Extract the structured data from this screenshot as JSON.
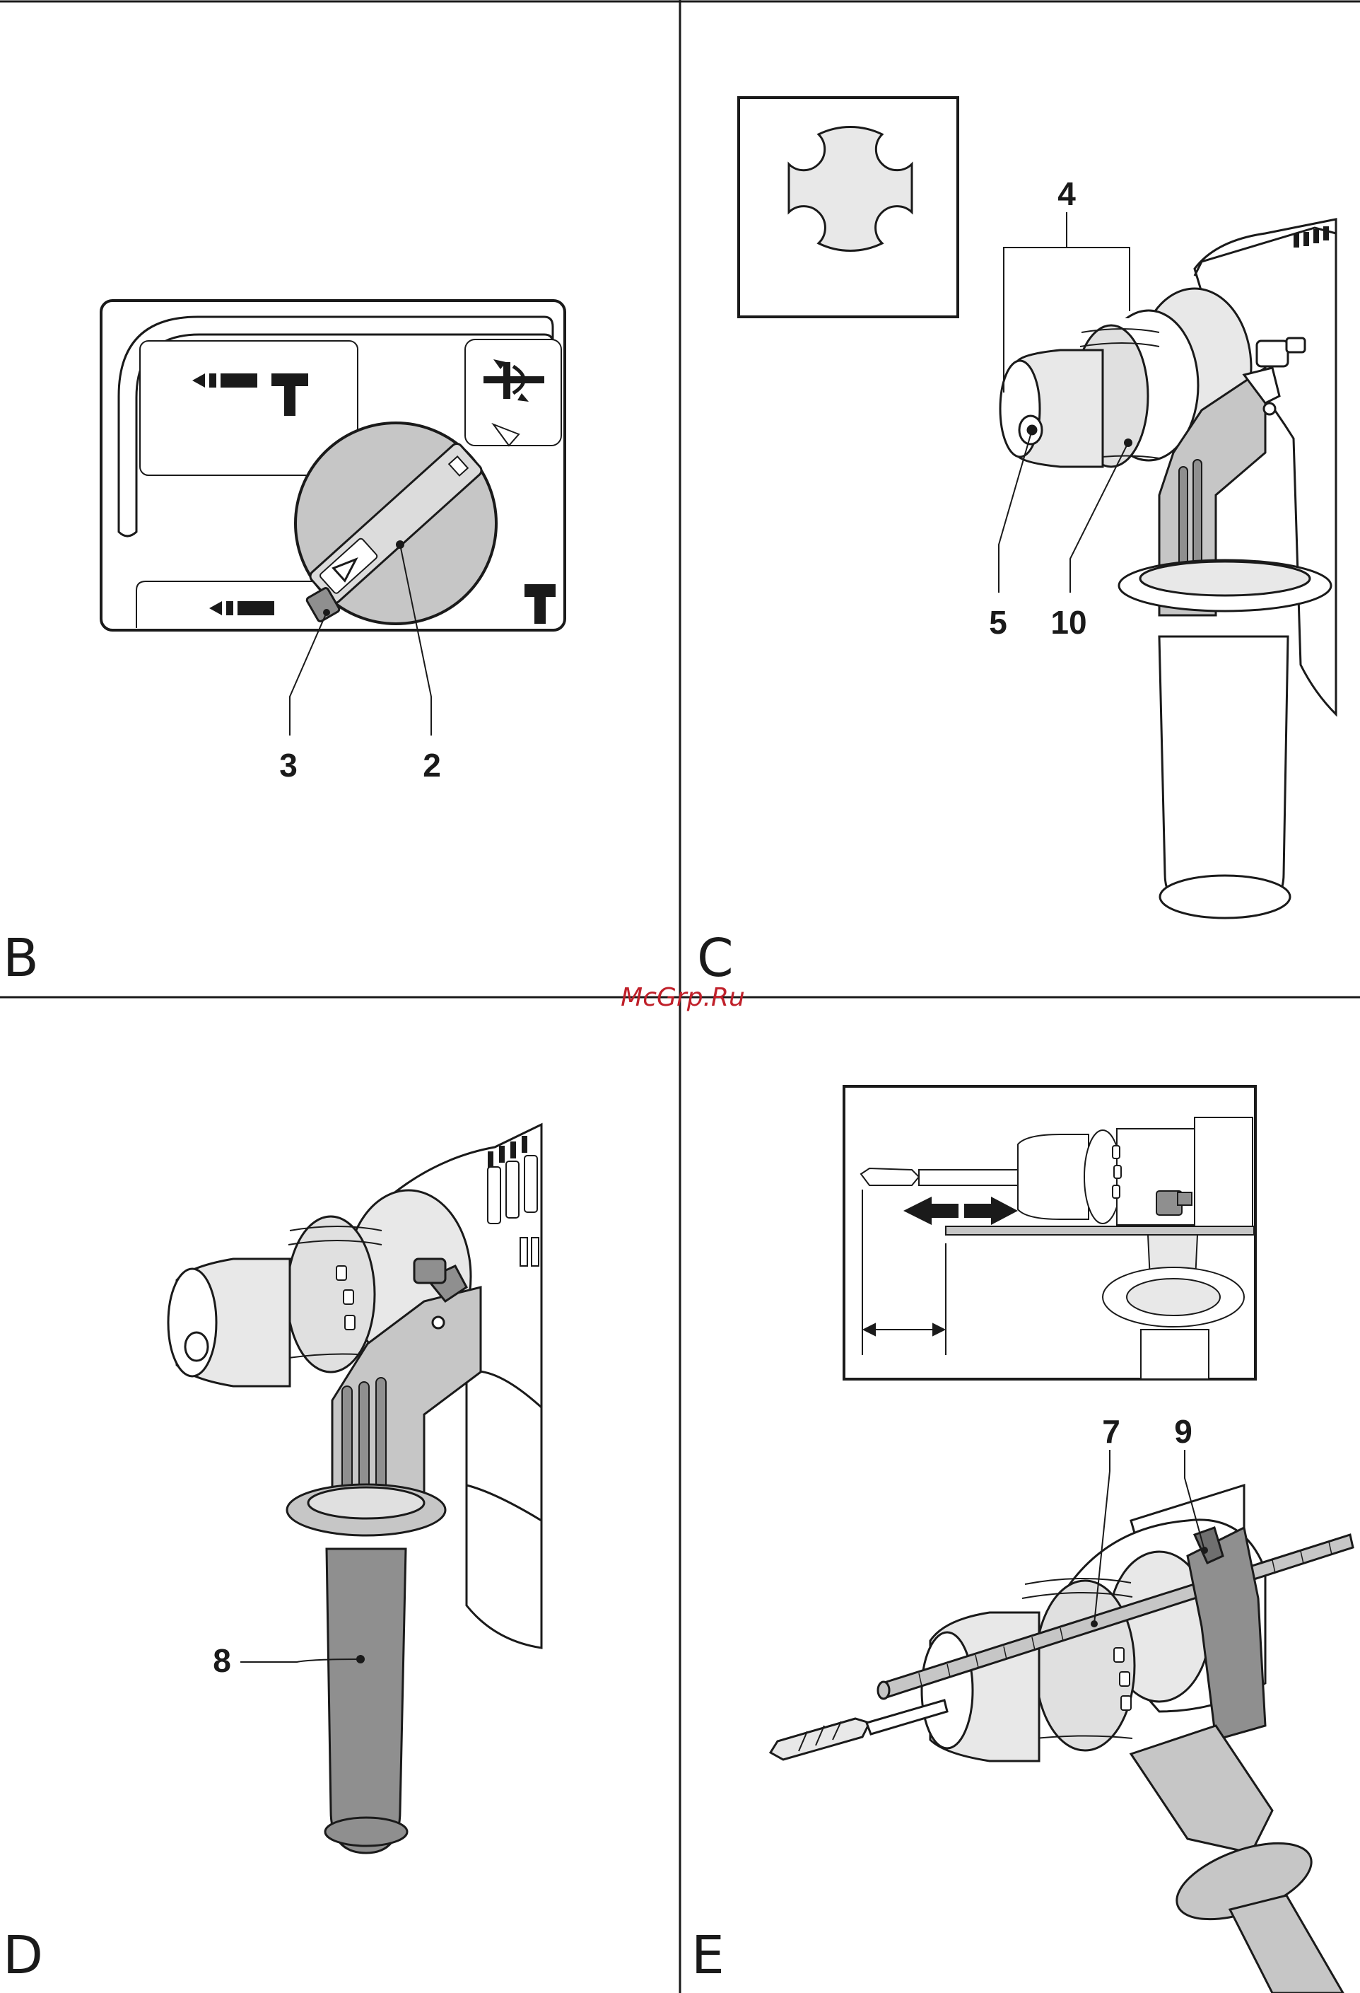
{
  "watermark": "McGrp.Ru",
  "panels": {
    "B": {
      "letter": "B",
      "callouts": [
        "3",
        "2"
      ]
    },
    "C": {
      "letter": "C",
      "callouts": [
        "4",
        "5",
        "10"
      ]
    },
    "D": {
      "letter": "D",
      "callouts": [
        "8"
      ]
    },
    "E": {
      "letter": "E",
      "callouts": [
        "7",
        "9"
      ]
    }
  },
  "colors": {
    "line": "#1a1a1a",
    "fill_light": "#e8e8e8",
    "fill_mid": "#c6c6c6",
    "fill_dark": "#8f8f8f",
    "watermark": "#c0202a"
  }
}
